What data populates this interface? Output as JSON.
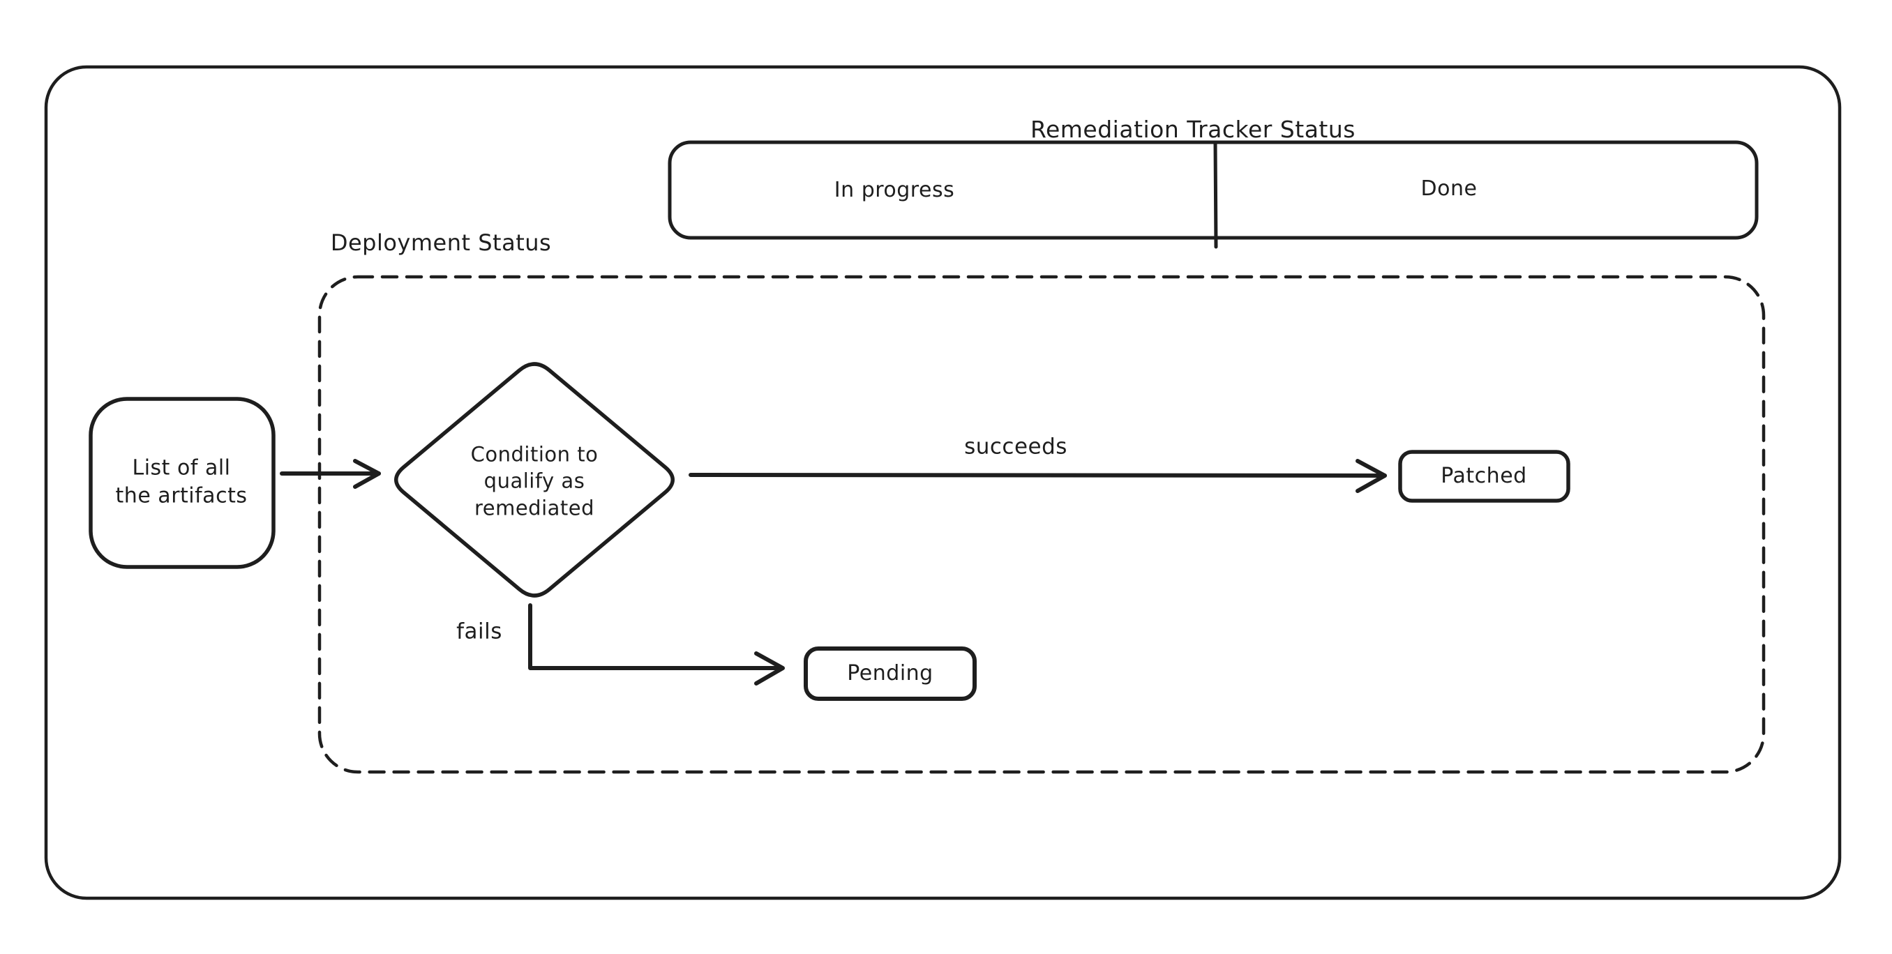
{
  "colors": {
    "stroke": "#1e1e1e",
    "background": "#ffffff"
  },
  "tracker": {
    "title": "Remediation Tracker Status",
    "columns": {
      "in_progress": "In progress",
      "done": "Done"
    }
  },
  "deployment": {
    "label": "Deployment Status"
  },
  "nodes": {
    "artifacts": {
      "label": "List of all\nthe artifacts"
    },
    "condition": {
      "label": "Condition to\nqualify as\nremediated"
    },
    "patched": {
      "label": "Patched"
    },
    "pending": {
      "label": "Pending"
    }
  },
  "edges": {
    "succeeds_label": "succeeds",
    "fails_label": "fails"
  }
}
